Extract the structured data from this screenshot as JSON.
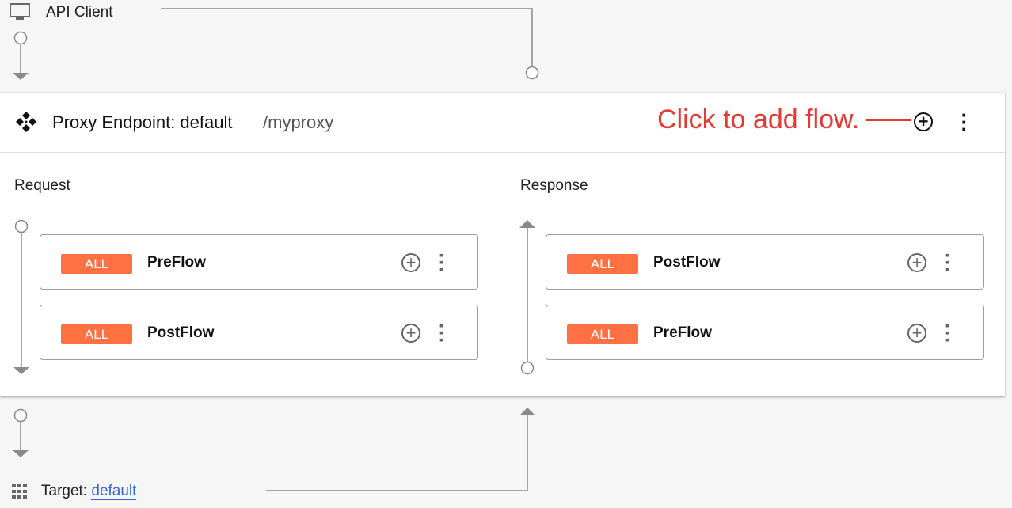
{
  "api_client": {
    "label": "API Client",
    "icon": "monitor-icon"
  },
  "proxy": {
    "title": "Proxy Endpoint: default",
    "path": "/myproxy",
    "icon": "proxy-diamond-icon",
    "annotation": "Click to add flow.",
    "annotation_color": "#e53935"
  },
  "request": {
    "title": "Request",
    "flows": [
      {
        "badge": "ALL",
        "name": "PreFlow"
      },
      {
        "badge": "ALL",
        "name": "PostFlow"
      }
    ]
  },
  "response": {
    "title": "Response",
    "flows": [
      {
        "badge": "ALL",
        "name": "PostFlow"
      },
      {
        "badge": "ALL",
        "name": "PreFlow"
      }
    ]
  },
  "target": {
    "label": "Target:",
    "link": "default",
    "icon": "grid-icon"
  },
  "colors": {
    "badge": "#ff7043",
    "link": "#3367d6",
    "background": "#f6f6f6"
  }
}
